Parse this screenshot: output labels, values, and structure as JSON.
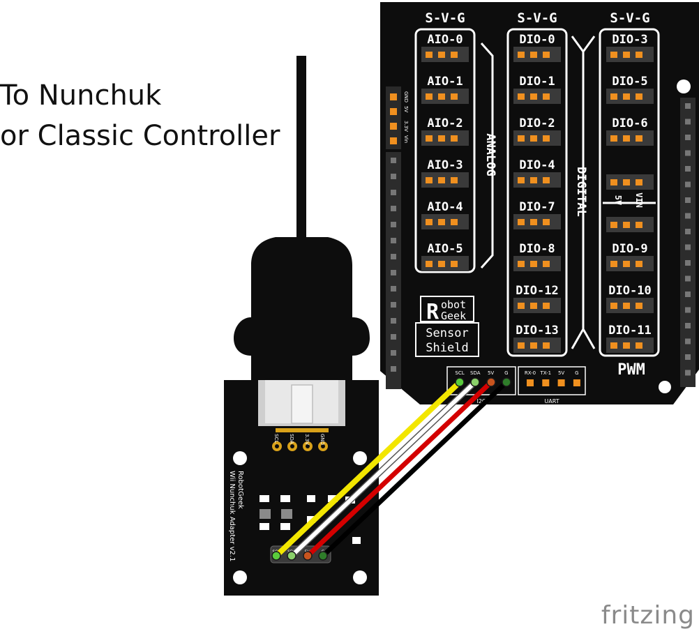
{
  "caption": {
    "line1": "To Nunchuk",
    "line2": "or Classic Controller"
  },
  "colors": {
    "board": "#0d0d0d",
    "pad": "#f0901f",
    "header": "#3a3a3a",
    "label": "#ffffff",
    "wire_yellow": "#f2e600",
    "wire_white": "#ffffff",
    "wire_red": "#d40000",
    "wire_black": "#000000",
    "watermark": "#8a8a8a"
  },
  "shield": {
    "svg_header": "S-V-G",
    "analog_label": "ANALOG",
    "digital_label": "DIGITAL",
    "pwm_label": "PWM",
    "col1": [
      "AIO-0",
      "AIO-1",
      "AIO-2",
      "AIO-3",
      "AIO-4",
      "AIO-5"
    ],
    "col2": [
      "DIO-0",
      "DIO-1",
      "DIO-2",
      "DIO-4",
      "DIO-7",
      "DIO-8",
      "DIO-12",
      "DIO-13"
    ],
    "col3_top": [
      "DIO-3",
      "DIO-5",
      "DIO-6"
    ],
    "col3_bottom": [
      "DIO-9",
      "DIO-10",
      "DIO-11"
    ],
    "jumper_5v": "5V",
    "jumper_vin": "VIN",
    "power_labels": [
      "GND",
      "5V",
      "3.3V",
      "Vin"
    ],
    "logo_line1": "obot",
    "logo_line2": "Geek",
    "logo_r": "R",
    "logo_sensor": "Sensor",
    "logo_shield": "Shield",
    "i2c_labels": [
      "SCL",
      "SDA",
      "5V",
      "G"
    ],
    "i2c_caption": "I2C",
    "uart_labels": [
      "RX-0",
      "TX-1",
      "5V",
      "G"
    ],
    "uart_caption": "UART"
  },
  "adapter": {
    "top_pins": [
      "SCL",
      "SDA",
      "3.3V",
      "GND"
    ],
    "silk1": "RobotGeek",
    "silk2": "Wii Nunchuk Adapter v2.1",
    "bottom_pins": [
      "SCL",
      "SDA",
      "5V",
      "G"
    ]
  },
  "watermark": "fritzing"
}
